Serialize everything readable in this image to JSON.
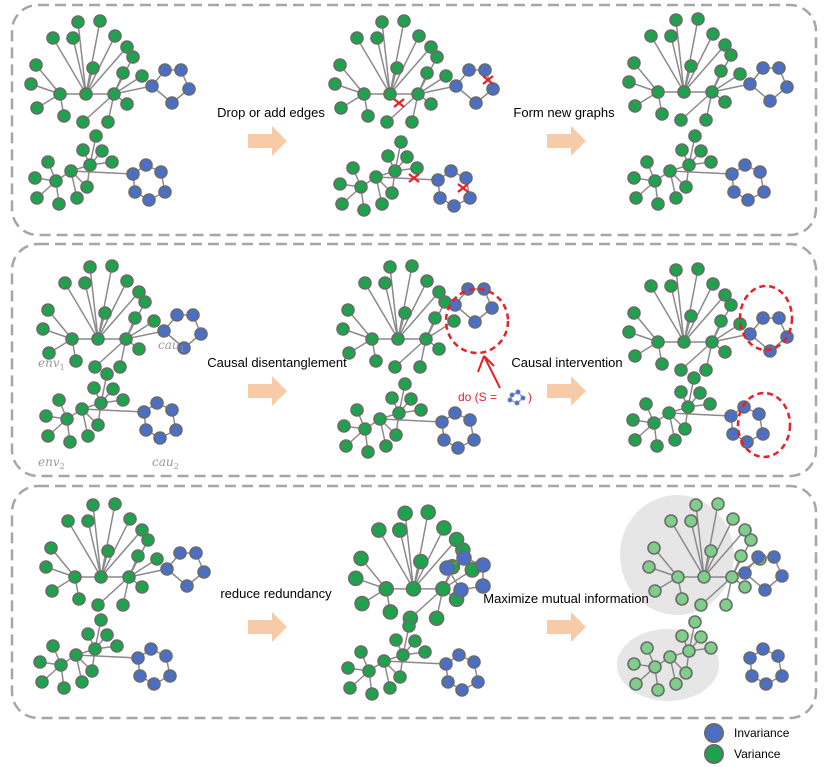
{
  "panels": [
    {
      "steps": [
        "Drop or add edges",
        "Form new graphs"
      ]
    },
    {
      "steps": [
        "Causal disentanglement",
        "Causal intervention"
      ],
      "env_labels": [
        "env",
        "env"
      ],
      "env_subs": [
        "1",
        "2"
      ],
      "cau_labels": [
        "cau",
        "cau"
      ],
      "cau_subs": [
        "1",
        "2"
      ],
      "intervention": {
        "prefix": "do (S =",
        "suffix": ")"
      }
    },
    {
      "steps": [
        "reduce redundancy",
        "Maximize mutual information"
      ]
    }
  ],
  "legend": {
    "invariance": "Invariance",
    "variance": "Variance"
  },
  "colors": {
    "invariance": "#4a6fc4",
    "variance": "#1ea24c",
    "faded": "#7fcf8a",
    "arrow": "#f8cba8",
    "highlight": "#e8202a",
    "border": "#a6a6a6",
    "node_stroke": "#6b6b6b",
    "edge": "#8a8a8a",
    "cloud": "#e6e6e6"
  }
}
